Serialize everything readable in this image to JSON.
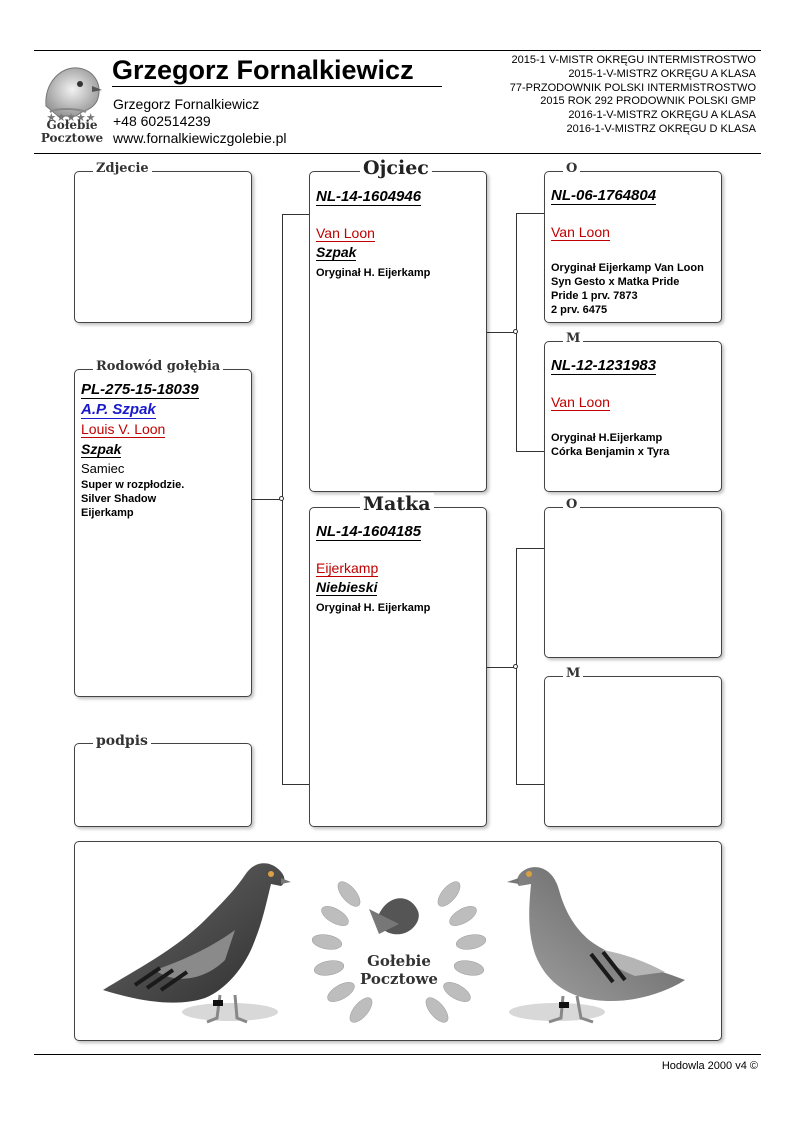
{
  "header": {
    "logo_text": [
      "Gołebie",
      "Pocztowe"
    ],
    "owner_name": "Grzegorz Fornalkiewicz",
    "contact_name": "Grzegorz Fornalkiewicz",
    "phone": "+48 602514239",
    "website": "www.fornalkiewiczgolebie.pl",
    "achievements": [
      "2015-1 V-MISTR OKRĘGU INTERMISTROSTWO",
      "2015-1-V-MISTRZ OKRĘGU A KLASA",
      "77-PRZODOWNIK POLSKI INTERMISTROSTWO",
      "2015 ROK 292 PRODOWNIK POLSKI GMP",
      "2016-1-V-MISTRZ OKRĘGU A KLASA",
      "2016-1-V-MISTRZ OKRĘGU D KLASA"
    ]
  },
  "photo": {
    "label": "Zdjecie"
  },
  "signature": {
    "label": "podpis"
  },
  "pigeon": {
    "label": "Rodowód gołębia",
    "ring": "PL-275-15-18039",
    "name": "A.P. Szpak",
    "breed": "Louis V. Loon",
    "color": "Szpak",
    "sex": "Samiec",
    "notes": "Super w rozpłodzie.\nSilver Shadow\nEijerkamp"
  },
  "father": {
    "label": "Ojciec",
    "ring": "NL-14-1604946",
    "breed": "Van Loon",
    "color": "Szpak",
    "notes": "Oryginał H. Eijerkamp"
  },
  "mother": {
    "label": "Matka",
    "ring": "NL-14-1604185",
    "breed": "Eijerkamp",
    "color": "Niebieski",
    "notes": "Oryginał H. Eijerkamp"
  },
  "ff": {
    "label": "O",
    "ring": "NL-06-1764804",
    "breed": "Van Loon",
    "notes": "Oryginał Eijerkamp Van Loon\nSyn Gesto x Matka Pride\nPride 1 prv. 7873\n        2 prv. 6475"
  },
  "fm": {
    "label": "M",
    "ring": "NL-12-1231983",
    "breed": "Van Loon",
    "notes": "Oryginał H.Eijerkamp\nCórka Benjamin x Tyra"
  },
  "mf": {
    "label": "O"
  },
  "mm": {
    "label": "M"
  },
  "banner": {
    "logo_text": [
      "Gołebie",
      "Pocztowe"
    ]
  },
  "footer": {
    "text": "Hodowla 2000 v4 ©"
  },
  "colors": {
    "breed": "#c00000",
    "name": "#1a1acc"
  }
}
